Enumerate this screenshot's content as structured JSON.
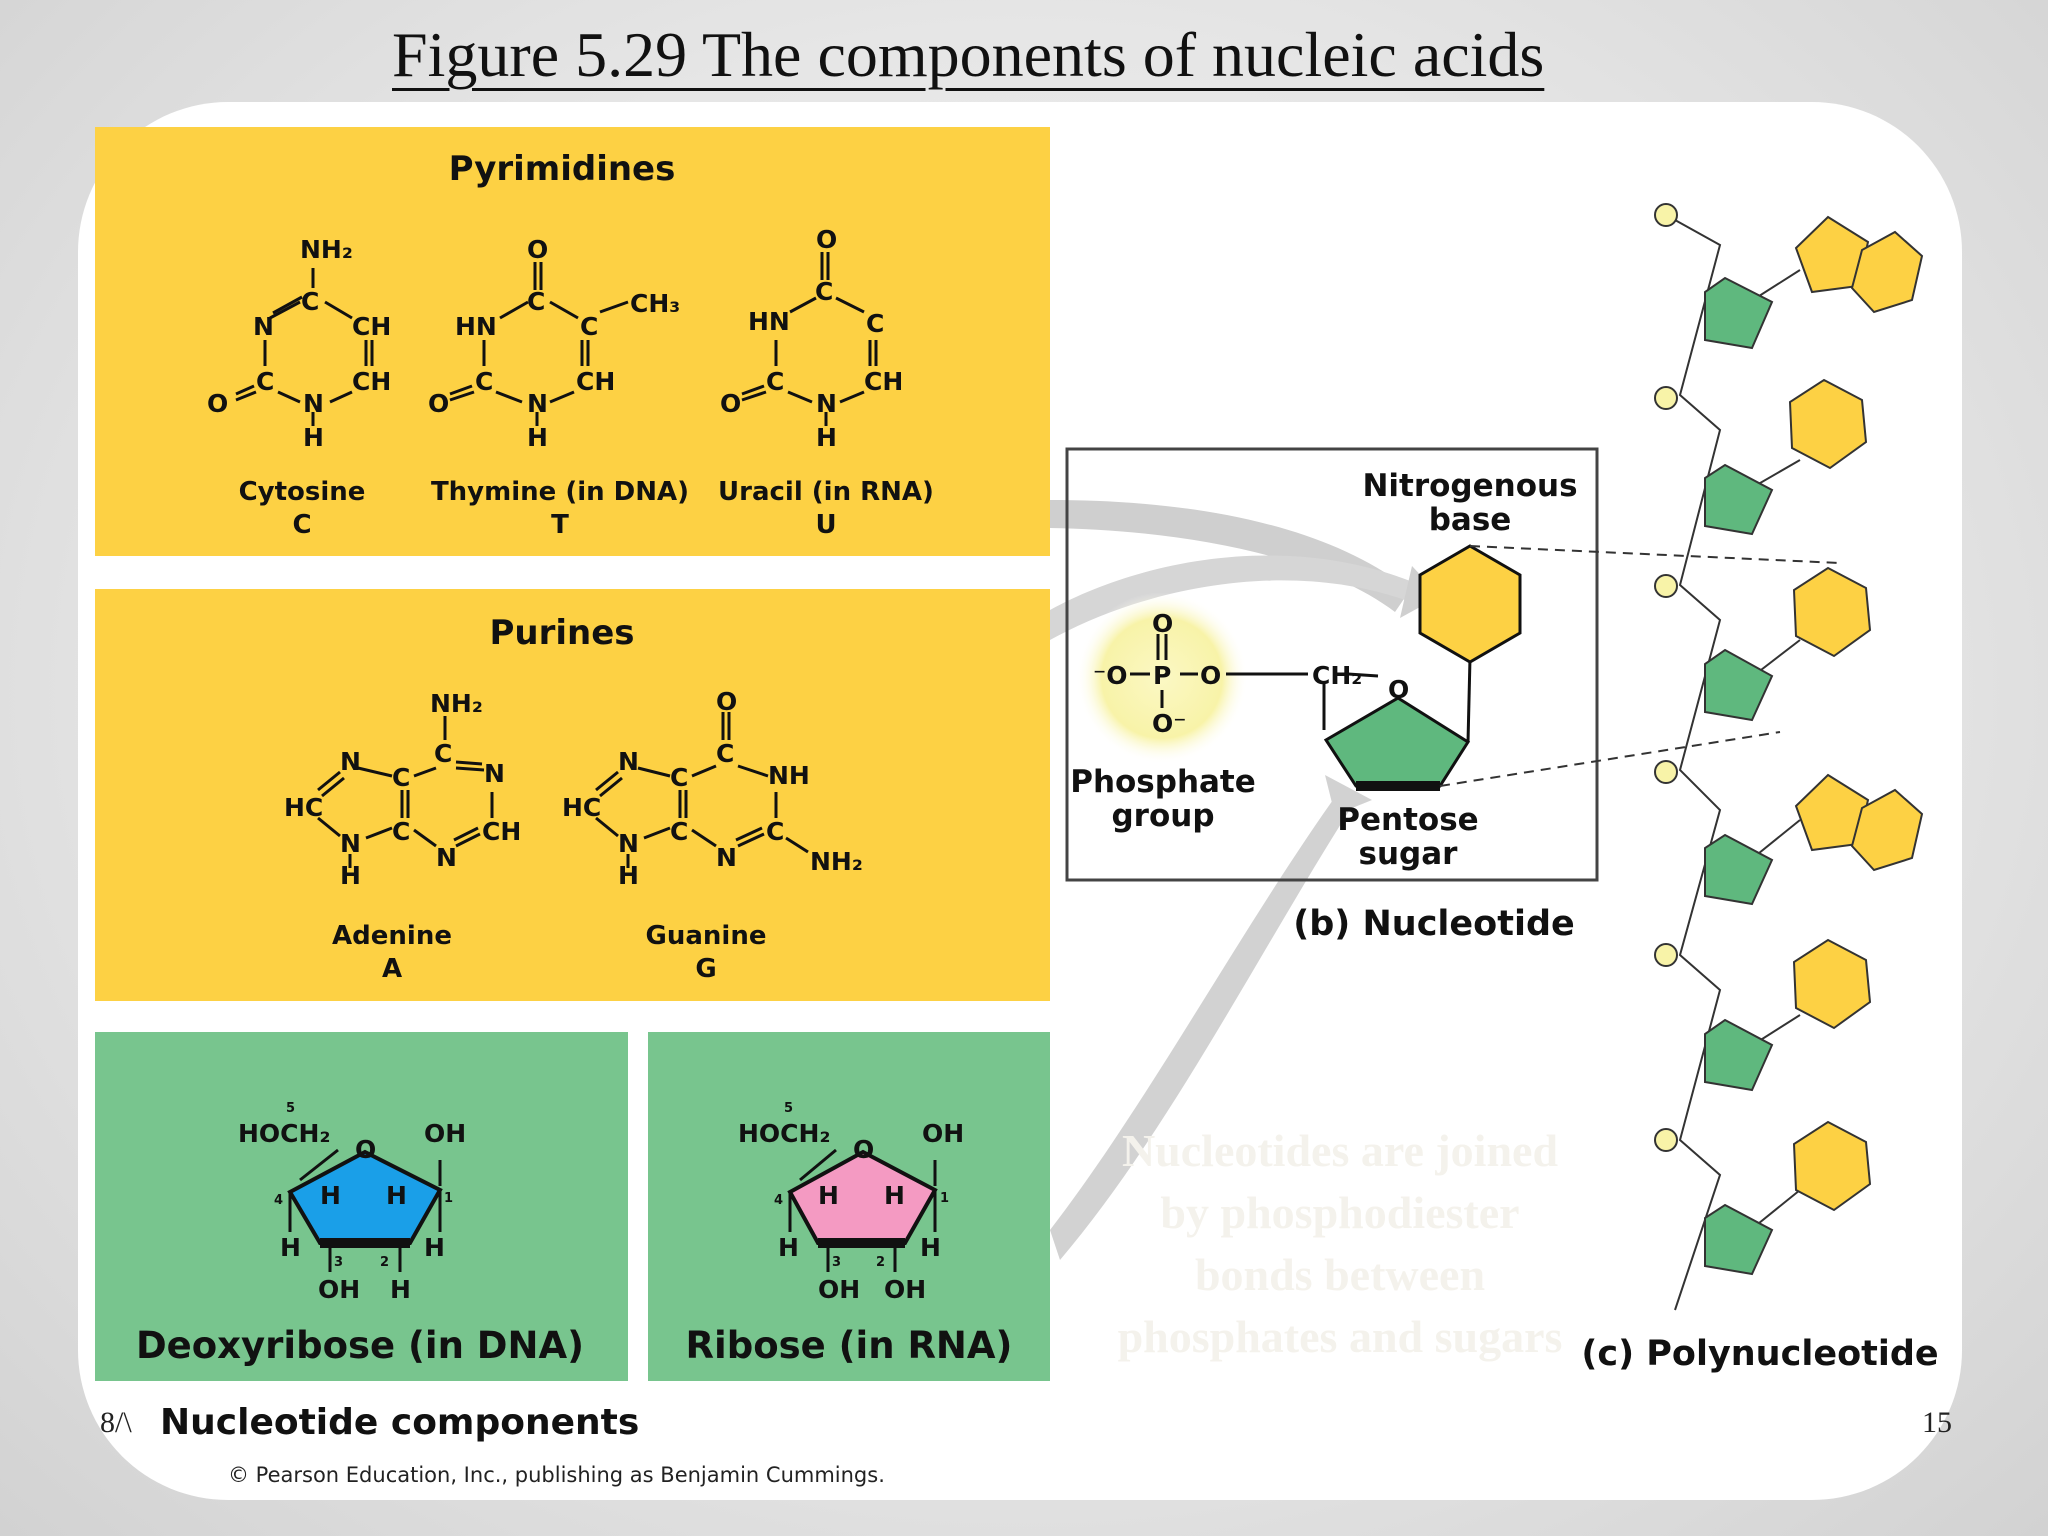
{
  "title": "Figure 5.29  The components of nucleic acids",
  "panel_a": {
    "pyrimidines_heading": "Pyrimidines",
    "cytosine": {
      "name": "Cytosine",
      "letter": "C"
    },
    "thymine": {
      "name": "Thymine (in DNA)",
      "letter": "T"
    },
    "uracil": {
      "name": "Uracil (in RNA)",
      "letter": "U"
    },
    "purines_heading": "Purines",
    "adenine": {
      "name": "Adenine",
      "letter": "A"
    },
    "guanine": {
      "name": "Guanine",
      "letter": "G"
    },
    "deoxyribose": "Deoxyribose (in DNA)",
    "ribose": "Ribose (in RNA)",
    "caption": "Nucleotide components",
    "caption_prefix": "8/\\",
    "copyright": "© Pearson Education, Inc., publishing as Benjamin Cummings."
  },
  "panel_b": {
    "nitrogenous_base": [
      "Nitrogenous",
      "base"
    ],
    "phosphate_group": [
      "Phosphate",
      "group"
    ],
    "pentose_sugar": [
      "Pentose",
      "sugar"
    ],
    "caption": "(b) Nucleotide"
  },
  "panel_c": {
    "caption": "(c) Polynucleotide"
  },
  "note": [
    "Nucleotides are joined",
    "by phosphodiester",
    "bonds between",
    "phosphates and sugars"
  ],
  "page_number": "15",
  "chem": {
    "NH2": "NH₂",
    "CH3": "CH₃",
    "CH2": "CH₂",
    "HOCH2": "HOCH₂",
    "O": "O",
    "N": "N",
    "C": "C",
    "H": "H",
    "CH": "CH",
    "HN": "HN",
    "HC": "HC",
    "NH": "NH",
    "OH": "OH",
    "P": "P",
    "O_minus": "O⁻",
    "minus_O": "⁻O",
    "n5": "5",
    "n4": "4",
    "n3": "3",
    "n2": "2",
    "n1": "1"
  },
  "colors": {
    "base_panel": "#fdd144",
    "sugar_panel": "#78c58e",
    "hexagon": "#fdd144",
    "pentagon": "#5fb87e",
    "deoxyribose_ring": "#1a9fe8",
    "ribose_ring": "#f49ac2",
    "phosphate_glow": "#f8f4b0"
  }
}
